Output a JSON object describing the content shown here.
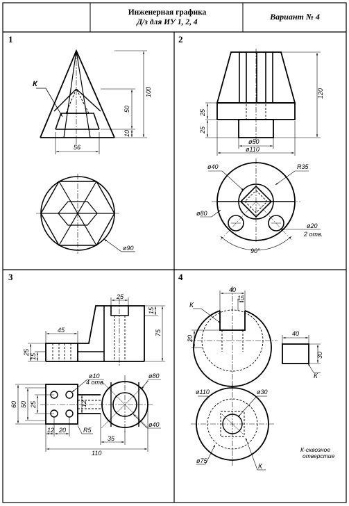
{
  "header": {
    "title_line1": "Инженерная графика",
    "title_line2": "Д/з для ИУ 1, 2, 4",
    "variant": "Вариант № 4"
  },
  "tasks": [
    {
      "number": "1",
      "labels": {
        "k": "К",
        "dim_100": "100",
        "dim_50": "50",
        "dim_10": "10",
        "dim_56": "56",
        "dim_90": "ø90"
      }
    },
    {
      "number": "2",
      "labels": {
        "dim_120": "120",
        "dim_25a": "25",
        "dim_25b": "25",
        "dim_50": "ø50",
        "dim_110": "ø110",
        "dim_40": "ø40",
        "dim_r35": "R35",
        "dim_80": "ø80",
        "dim_20": "ø20",
        "holes": "2 отв.",
        "angle_90": "90°"
      }
    },
    {
      "number": "3",
      "labels": {
        "dim_25": "25",
        "dim_15": "15",
        "dim_75": "75",
        "dim_45": "45",
        "dim_25b": "25",
        "dim_15b": "15",
        "dim_10": "ø10",
        "holes": "4 отв.",
        "dim_80": "ø80",
        "dim_60": "60",
        "dim_50": "50",
        "dim_25c": "25",
        "dim_12": "12",
        "dim_12b": "12",
        "dim_20": "20",
        "dim_r5": "R5",
        "dim_35": "35",
        "dim_110": "110",
        "dim_40": "ø40"
      }
    },
    {
      "number": "4",
      "labels": {
        "dim_40": "40",
        "dim_15": "15",
        "k1": "К",
        "dim_20": "20",
        "dim_40b": "40",
        "dim_30": "30",
        "k2": "К",
        "dim_110": "ø110",
        "dim_30b": "ø30",
        "note_line1": "К-сквозное",
        "note_line2": "отверстие",
        "dim_75": "ø75",
        "k3": "К"
      }
    }
  ]
}
